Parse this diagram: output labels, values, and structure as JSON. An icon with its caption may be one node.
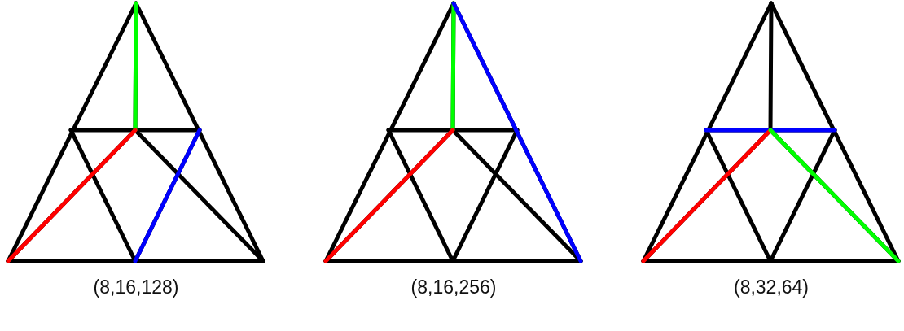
{
  "diagram": {
    "labels": [
      "(8,16,128)",
      "(8,16,256)",
      "(8,32,64)"
    ]
  }
}
